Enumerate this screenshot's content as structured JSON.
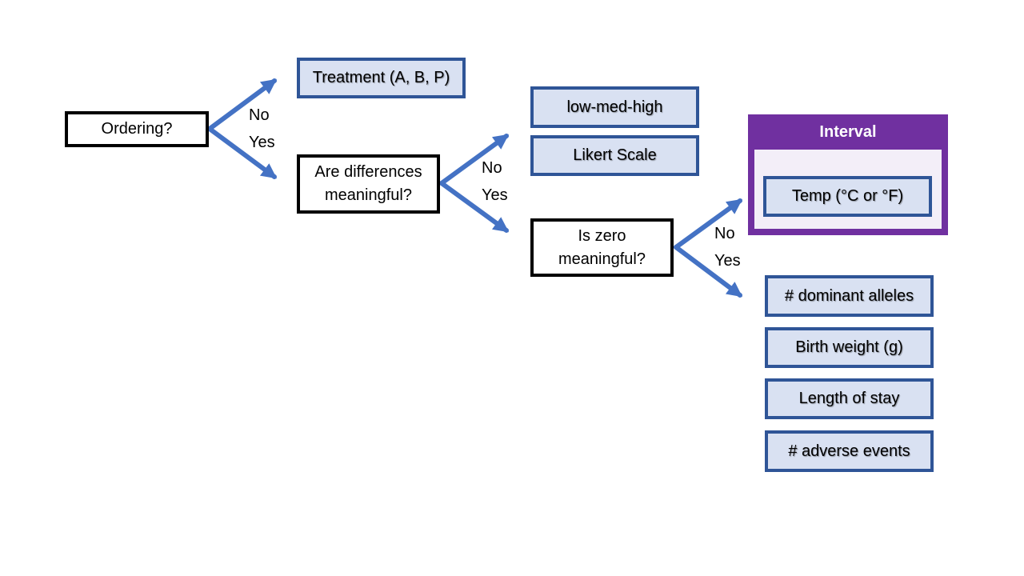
{
  "nodes": {
    "ordering": "Ordering?",
    "differences_line1": "Are differences",
    "differences_line2": "meaningful?",
    "zero_line1": "Is zero",
    "zero_line2": "meaningful?"
  },
  "branch_labels": {
    "ordering_no": "No",
    "ordering_yes": "Yes",
    "differences_no": "No",
    "differences_yes": "Yes",
    "zero_no": "No",
    "zero_yes": "Yes"
  },
  "leaves": {
    "treatment": "Treatment (A, B, P)",
    "low_med_high": "low-med-high",
    "likert": "Likert Scale",
    "temp": "Temp (°C or °F)",
    "dominant_alleles": "# dominant alleles",
    "birth_weight": "Birth weight (g)",
    "length_of_stay": "Length of stay",
    "adverse_events": "# adverse events"
  },
  "groups": {
    "interval_title": "Interval"
  },
  "colors": {
    "arrow": "#4472c4",
    "leaf_fill": "#d9e1f2",
    "leaf_border": "#2f5597",
    "interval_fill": "#7030a0",
    "question_border": "#000000"
  }
}
